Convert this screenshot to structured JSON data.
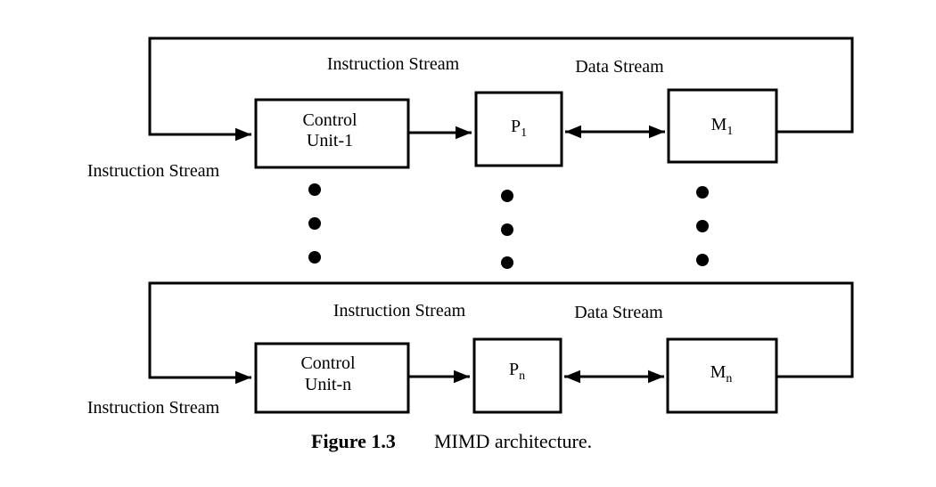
{
  "rows": [
    {
      "top_stream_label": "Instruction Stream",
      "data_stream_label": "Data Stream",
      "left_stream_label": "Instruction Stream",
      "control_unit": {
        "line1": "Control",
        "line2": "Unit-1"
      },
      "processor": {
        "base": "P",
        "sub": "1"
      },
      "memory": {
        "base": "M",
        "sub": "1"
      }
    },
    {
      "top_stream_label": "Instruction Stream",
      "data_stream_label": "Data Stream",
      "left_stream_label": "Instruction Stream",
      "control_unit": {
        "line1": "Control",
        "line2": "Unit-n"
      },
      "processor": {
        "base": "P",
        "sub": "n"
      },
      "memory": {
        "base": "M",
        "sub": "n"
      }
    }
  ],
  "caption": {
    "number": "Figure 1.3",
    "text": "MIMD architecture."
  }
}
